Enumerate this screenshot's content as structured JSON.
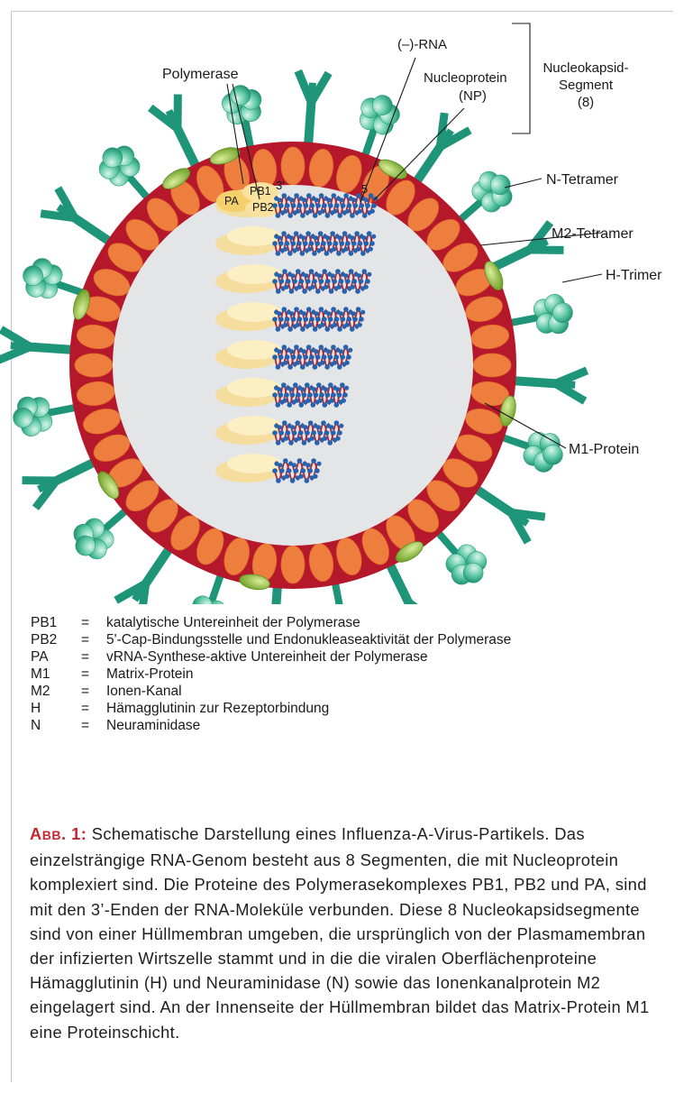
{
  "diagram": {
    "labels": {
      "polymerase": "Polymerase",
      "minus_rna": "(–)-RNA",
      "nucleoprotein": "Nucleoprotein",
      "np": "(NP)",
      "nucleocapsid_line1": "Nucleokapsid-",
      "nucleocapsid_line2": "Segment",
      "nucleocapsid_line3": "(8)",
      "n_tetramer": "N-Tetramer",
      "m2_tetramer": "M2-Tetramer",
      "h_trimer": "H-Trimer",
      "m1_protein": "M1-Protein",
      "pa": "PA",
      "pb1": "PB1",
      "pb2": "PB2",
      "end3": "3'",
      "end5": "5"
    },
    "colors": {
      "membrane": "#b5182b",
      "matrix": "#ee7e3e",
      "interior": "#e4e5e6",
      "spike": "#1e9478",
      "neuraminidase_head": "#5fc9a6",
      "m2_channel": "#8fbf3c",
      "polymerase": "#f7dc8f",
      "rna_strand": "#b3252f",
      "nucleoprotein_bead": "#2563b0"
    }
  },
  "legend": [
    {
      "key": "PB1",
      "eq": "=",
      "desc": "katalytische Untereinheit der Polymerase"
    },
    {
      "key": "PB2",
      "eq": "=",
      "desc": "5'-Cap-Bindungsstelle und Endonukleaseaktivität der Polymerase"
    },
    {
      "key": "PA",
      "eq": "=",
      "desc": "vRNA-Synthese-aktive Untereinheit der Polymerase"
    },
    {
      "key": "M1",
      "eq": "=",
      "desc": "Matrix-Protein"
    },
    {
      "key": "M2",
      "eq": "=",
      "desc": "Ionen-Kanal"
    },
    {
      "key": "H",
      "eq": "=",
      "desc": "Hämagglutinin zur Rezeptorbindung"
    },
    {
      "key": "N",
      "eq": "=",
      "desc": "Neuraminidase"
    }
  ],
  "caption": {
    "label_first": "A",
    "label_rest": "BB",
    "label_suffix": ". 1:",
    "text": "Schematische Darstellung eines Influenza-A-Virus-Partikels. Das einzelsträngige RNA-Genom besteht aus 8 Segmenten, die mit Nucleoprotein komplexiert sind. Die Proteine des Polymerasekomplexes PB1, PB2 und PA, sind mit den 3’-Enden der RNA-Moleküle verbunden. Diese 8 Nucleokapsidsegmente sind von einer Hüllmembran umgeben, die ursprünglich von der Plasmamembran der infizierten Wirtszelle stammt und in die die viralen Oberflächenproteine Hämagglutinin (H) und Neuraminidase (N) sowie das Ionenkanalprotein M2 eingelagert sind. An der Innenseite der Hüllmembran bildet das Matrix-Protein M1 eine Proteinschicht."
  }
}
